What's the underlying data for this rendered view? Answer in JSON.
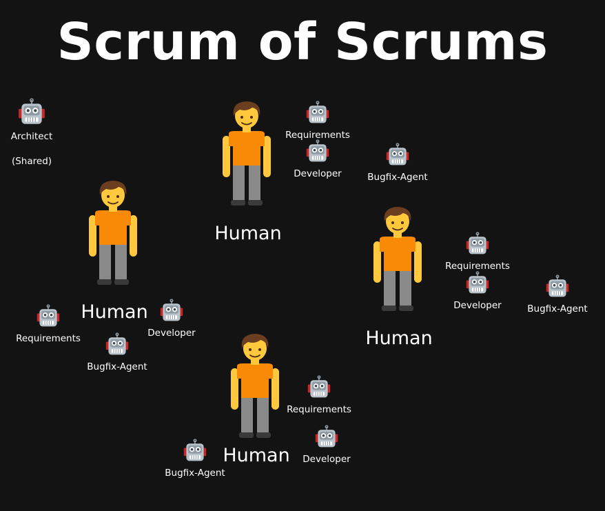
{
  "title": "Scrum of Scrums",
  "architect": {
    "label": "Architect",
    "sublabel": "(Shared)"
  },
  "teams": [
    {
      "human_label": "Human",
      "requirements": "Requirements",
      "developer": "Developer",
      "bugfix": "Bugfix-Agent"
    },
    {
      "human_label": "Human",
      "requirements": "Requirements",
      "developer": "Developer",
      "bugfix": "Bugfix-Agent"
    },
    {
      "human_label": "Human",
      "requirements": "Requirements",
      "developer": "Developer",
      "bugfix": "Bugfix-Agent"
    },
    {
      "human_label": "Human",
      "requirements": "Requirements",
      "developer": "Developer",
      "bugfix": "Bugfix-Agent"
    }
  ],
  "colors": {
    "background": "#131313",
    "text": "#ffffff",
    "shirt": "#f98a08",
    "skin": "#ffc83d",
    "hair": "#6b3e1f",
    "pants": "#8a8a8a"
  },
  "icons": {
    "agent": "robot-icon",
    "human": "person-icon"
  }
}
